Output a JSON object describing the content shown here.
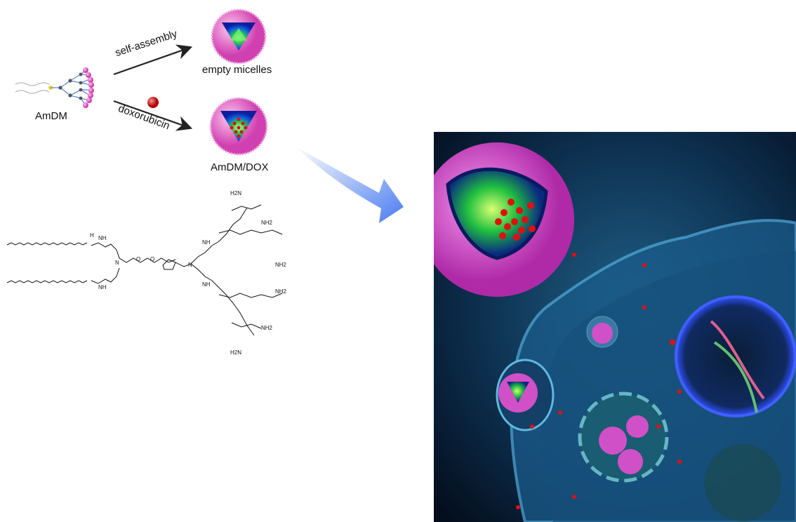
{
  "scheme": {
    "monomer_label": "AmDM",
    "top_arrow_label": "self-assembly",
    "bottom_arrow_label": "doxorubicin",
    "empty_label": "empty micelles",
    "loaded_label": "AmDM/DOX"
  },
  "chem": {
    "atoms": {
      "n": "N",
      "o": "O",
      "nh": "NH",
      "nh2": "NH2",
      "h2n": "H2N",
      "h": "H"
    }
  },
  "colors": {
    "shell": "#e060c8",
    "core_green": "#40e040",
    "core_blue": "#1030c0",
    "drug": "#e01010",
    "arrow": "#5a8ef0",
    "cell_bg": "#0a2340"
  }
}
